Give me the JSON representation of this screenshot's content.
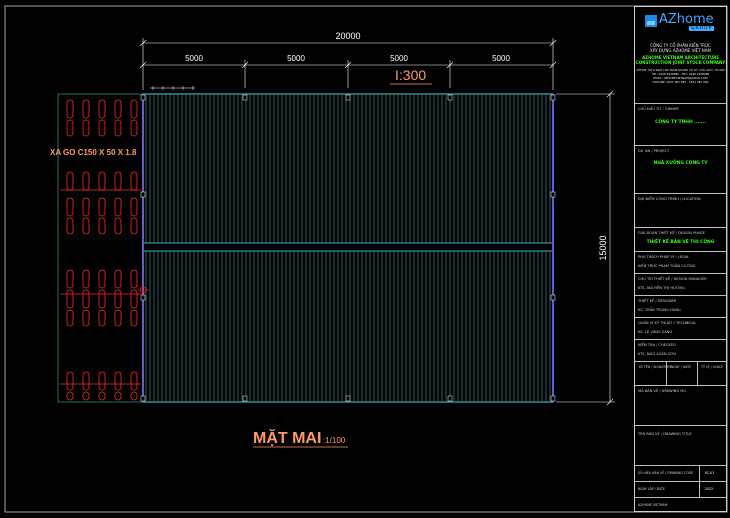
{
  "drawing": {
    "overall_dim": "20000",
    "bay_dims": [
      "5000",
      "5000",
      "5000",
      "5000"
    ],
    "side_dim": "15000",
    "slope_label": "I:300",
    "purlin_label": "XA GO C150 X 50 X 1.8",
    "title": "MẶT MAI",
    "scale": ":1/100"
  },
  "title_block": {
    "brand": "AZhome",
    "brand_sub": "GROUP",
    "company_vn_1": "CÔNG TY CỔ PHẦN KIẾN TRÚC",
    "company_vn_2": "XÂY DỰNG AZHOME VIỆT NAM",
    "company_en_1": "AZHOME VIETNAM ARCHITECTURE",
    "company_en_2": "CONSTRUCTION JOINT STOCK COMPANY",
    "address_lines": [
      "OFFICE: SỐ 8 NGÕ 196 TRẦN QUANG TỰ KỲ, CẦU GIẤY, HÀ NỘI",
      "TEL: 0246.2928686 - FAX: 0246.2928686",
      "EMAIL: AZHOMEVIETNAM@GMAIL.COM",
      "HOTLINE: 0931 081 881 - 0931 081 082"
    ],
    "owner_label": "CHỦ ĐẦU TƯ / OWNER",
    "owner_value": "CÔNG TY TNHH .......",
    "project_label": "DỰ ÁN / PROJECT",
    "project_value": "NHÀ XƯỞNG CÔNG TY",
    "location_label": "ĐỊA ĐIỂM CÔNG TRÌNH / LOCATION",
    "stage_label": "GIAI ĐOẠN THIẾT KẾ / DESIGN PHASE",
    "stage_value": "THIẾT KẾ BẢN VẼ THI CÔNG",
    "people": [
      {
        "role": "PHỤ TRÁCH PHÁP LÝ / LEGAL",
        "name": "KIẾN TRÚC PHẠM TUẤN CƯỜNG"
      },
      {
        "role": "CHỦ TRÌ THIẾT KẾ / DESIGN MANAGER",
        "name": "KTS. NGUYỄN THỊ HƯƠNG"
      },
      {
        "role": "THIẾT KẾ / DESIGNER",
        "name": "KS. TRẦN TRỌNG HÙNG"
      },
      {
        "role": "QUẢN LÝ KỸ THUẬT / TECHNICAL",
        "name": "KS. LÊ VĂNG SÁNG"
      },
      {
        "role": "KIỂM TRA / CHECKED",
        "name": "KTS. NGÔ XUÂN SƠN"
      }
    ],
    "sign_cols": [
      "KÝ TÊN / SIGNATURE",
      "NGÀY / DATE",
      "TỶ LỆ / SCALE"
    ],
    "drawing_no_label": "MÃ BẢN VẼ / DRAWING NO.",
    "drawing_title_label": "TÊN BẢN VẼ / DRAWING TITLE",
    "sheet_label": "SỐ HIỆU BẢN VẼ / DRAWING CODE",
    "sheet_value": "KC-01",
    "date_label": "NGÀY LẬP / DATE",
    "date_value": "2022",
    "foot_label": "AZHOME VIETNAM"
  },
  "colors": {
    "background": "#000000",
    "roof_line": "#4fd6d6",
    "frame": "#ffffff",
    "dimension": "#ffffff",
    "green_text": "#39ff14",
    "purlin_red": "#ff2a2a",
    "title_orange": "#ff9966"
  }
}
